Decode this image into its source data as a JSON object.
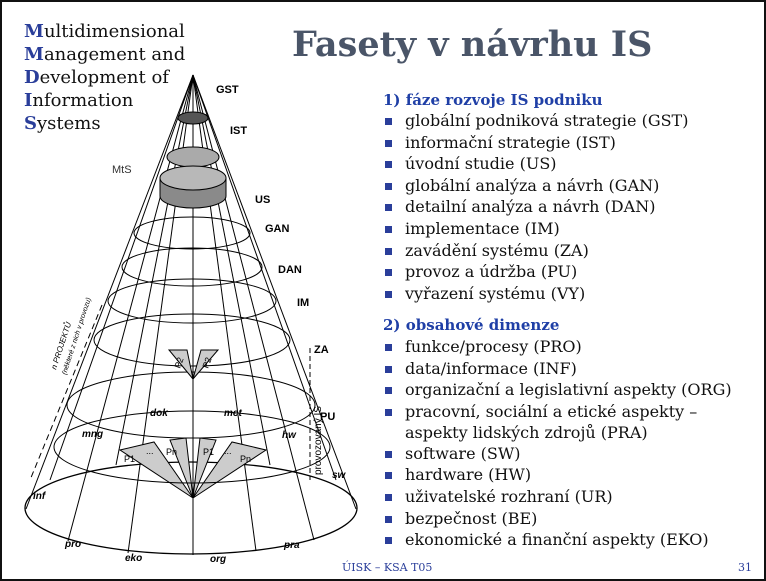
{
  "brand": {
    "lines": [
      {
        "initial": "M",
        "rest": "ultidimensional"
      },
      {
        "initial": "M",
        "rest": "anagement and"
      },
      {
        "initial": "D",
        "rest": "evelopment of"
      },
      {
        "initial": "I",
        "rest": "nformation"
      },
      {
        "initial": "S",
        "rest": "ystems"
      }
    ]
  },
  "title": "Fasety v návrhu IS",
  "section1": {
    "heading": "1) fáze rozvoje IS podniku",
    "items": [
      "globální podniková strategie (GST)",
      "informační strategie (IST)",
      "úvodní studie (US)",
      "globální analýza a návrh (GAN)",
      "detailní analýza a návrh (DAN)",
      "implementace (IM)",
      "zavádění systému (ZA)",
      "provoz a údržba (PU)",
      "vyřazení systému (VY)"
    ]
  },
  "section2": {
    "heading": "2) obsahové dimenze",
    "items": [
      "funkce/procesy (PRO)",
      "data/informace (INF)",
      "organizační a legislativní aspekty (ORG)",
      "pracovní, sociální a etické aspekty – aspekty lidských zdrojů (PRA)",
      "software (SW)",
      "hardware (HW)",
      "uživatelské rozhraní (UR)",
      "bezpečnost (BE)",
      "ekonomické a finanční aspekty (EKO)"
    ]
  },
  "diagram": {
    "phase_labels": [
      "GST",
      "IST",
      "MtS",
      "US",
      "GAN",
      "DAN",
      "IM",
      "ZA",
      "PU"
    ],
    "dimension_labels": [
      "mng",
      "dok",
      "met",
      "hw",
      "sw",
      "pra",
      "org",
      "eko",
      "pro",
      "inf"
    ],
    "project_labels": [
      "P1",
      "Pn",
      "P1",
      "Pn",
      "P2",
      "P2"
    ],
    "ellipsis": "...",
    "side_label_line1": "n PROJEKTŮ",
    "side_label_line2": "(některé z nich v provozu)",
    "operated_label": "provozovaný IS"
  },
  "footer": "ÚISK – KSA T05",
  "page_number": "31"
}
